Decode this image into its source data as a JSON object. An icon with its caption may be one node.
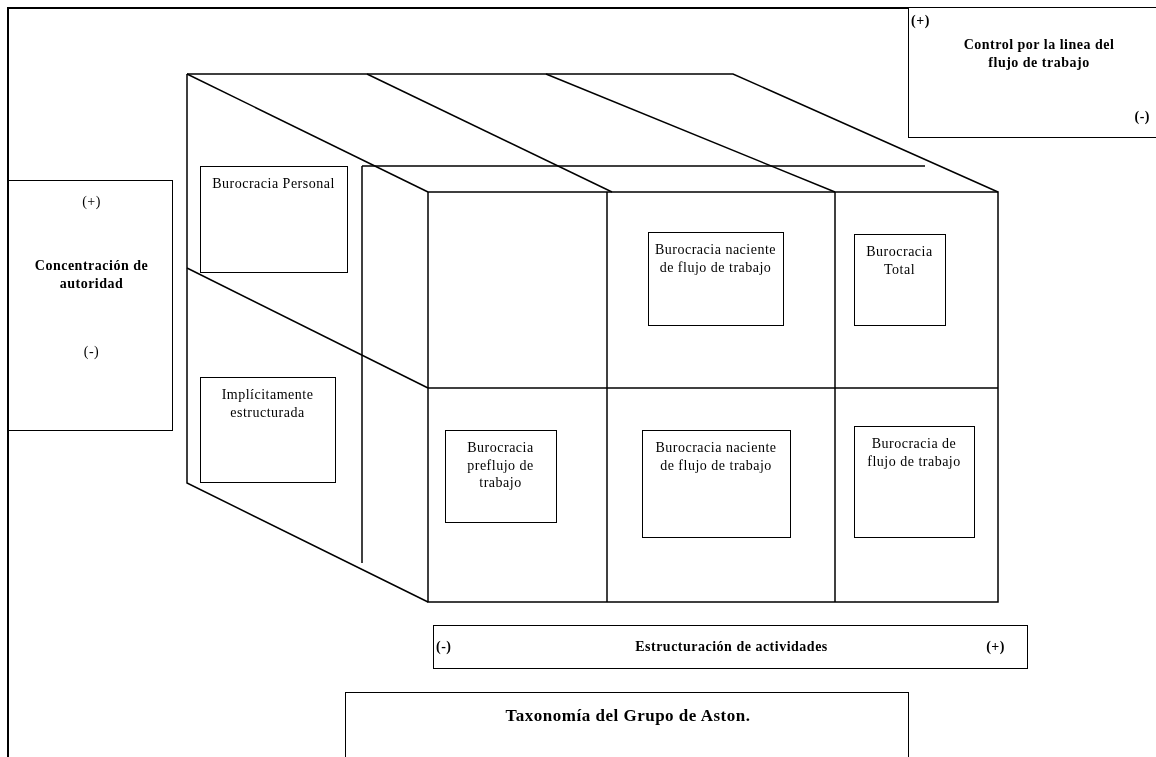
{
  "diagram": {
    "nodes": [
      {
        "text": [
          "(+)",
          "Control por la linea del flujo de trabajo",
          "(-)"
        ]
      },
      {
        "text": [
          "(+)",
          "Concentración de autoridad",
          "(-)"
        ]
      },
      {
        "text": [
          "Burocracia Personal"
        ]
      },
      {
        "text": [
          "Implícitamente estructurada"
        ]
      },
      {
        "text": [
          "Burocracia naciente de flujo de trabajo"
        ]
      },
      {
        "text": [
          "Burocracia Total"
        ]
      },
      {
        "text": [
          "Burocracia preflujo de trabajo"
        ]
      },
      {
        "text": [
          "Burocracia naciente de flujo de trabajo"
        ]
      },
      {
        "text": [
          "Burocracia de flujo de trabajo"
        ]
      },
      {
        "text": [
          "(-)",
          "Estructuración de actividades",
          "(+)"
        ]
      },
      {
        "text": [
          "Taxonomía del Grupo de Aston."
        ]
      }
    ]
  }
}
